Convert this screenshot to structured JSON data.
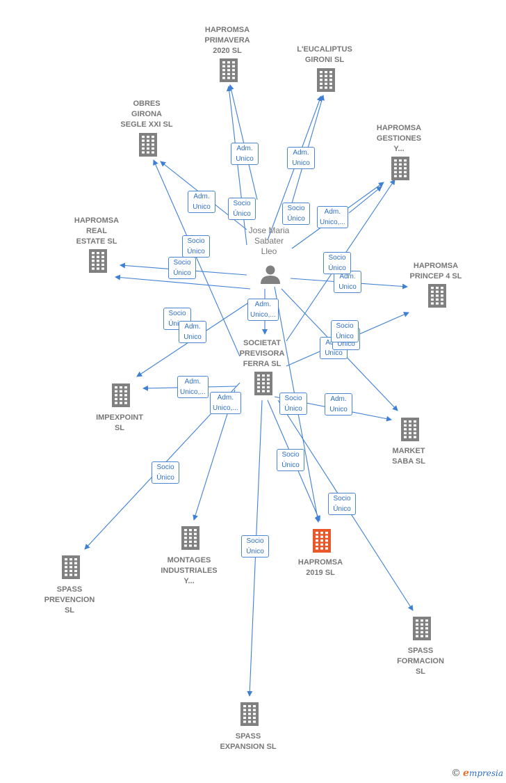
{
  "colors": {
    "edge": "#3f7fd4",
    "building": "#808080",
    "highlight": "#e8582a",
    "person": "#808080"
  },
  "person": {
    "id": "jose",
    "label": "Jose Maria\nSabater\nLleo"
  },
  "nodes": [
    {
      "id": "primavera",
      "label": "HAPROMSA\nPRIMAVERA\n2020  SL"
    },
    {
      "id": "eucaliptus",
      "label": "L'EUCALIPTUS\nGIRONI  SL"
    },
    {
      "id": "obres",
      "label": "OBRES\nGIRONA\nSEGLE XXI  SL"
    },
    {
      "id": "gestiones",
      "label": "HAPROMSA\nGESTIONES\nY..."
    },
    {
      "id": "real",
      "label": "HAPROMSA\nREAL\nESTATE  SL"
    },
    {
      "id": "princep",
      "label": "HAPROMSA\nPRINCEP 4  SL"
    },
    {
      "id": "previsora",
      "label": "SOCIETAT\nPREVISORA\nFERRA  SL"
    },
    {
      "id": "impexpoint",
      "label": "IMPEXPOINT\nSL"
    },
    {
      "id": "market",
      "label": "MARKET\nSABA SL"
    },
    {
      "id": "montages",
      "label": "MONTAGES\nINDUSTRIALES\nY..."
    },
    {
      "id": "hapromsa2019",
      "label": "HAPROMSA\n2019  SL",
      "highlight": true
    },
    {
      "id": "prevencion",
      "label": "SPASS\nPREVENCION\nSL"
    },
    {
      "id": "formacion",
      "label": "SPASS\nFORMACION\nSL"
    },
    {
      "id": "expansion",
      "label": "SPASS\nEXPANSION  SL"
    }
  ],
  "edge_labels": [
    "Adm.\nUnico",
    "Socio\nÚnico",
    "Adm.\nUnico",
    "Adm.\nUnico",
    "Socio\nÚnico",
    "Socio\nÚnico",
    "Adm.\nUnico,...",
    "Socio\nÚnico",
    "Adm.\nUnico",
    "Socio\nÚnico",
    "Adm.\nUnico",
    "Adm.\nUnico,...",
    "Socio\nÚnico",
    "Adm.\nUnico",
    "Socio\nÚnico",
    "Adm.\nUnico,...",
    "Socio\nÚnico",
    "Adm.\nUnico,...",
    "Adm.\nUnico",
    "Socio\nÚnico",
    "Socio\nÚnico",
    "Socio\nÚnico",
    "Socio\nÚnico",
    "Socio\nÚnico"
  ],
  "footer": {
    "copyright": "©",
    "brand_initial": "e",
    "brand_rest": "mpresia"
  }
}
